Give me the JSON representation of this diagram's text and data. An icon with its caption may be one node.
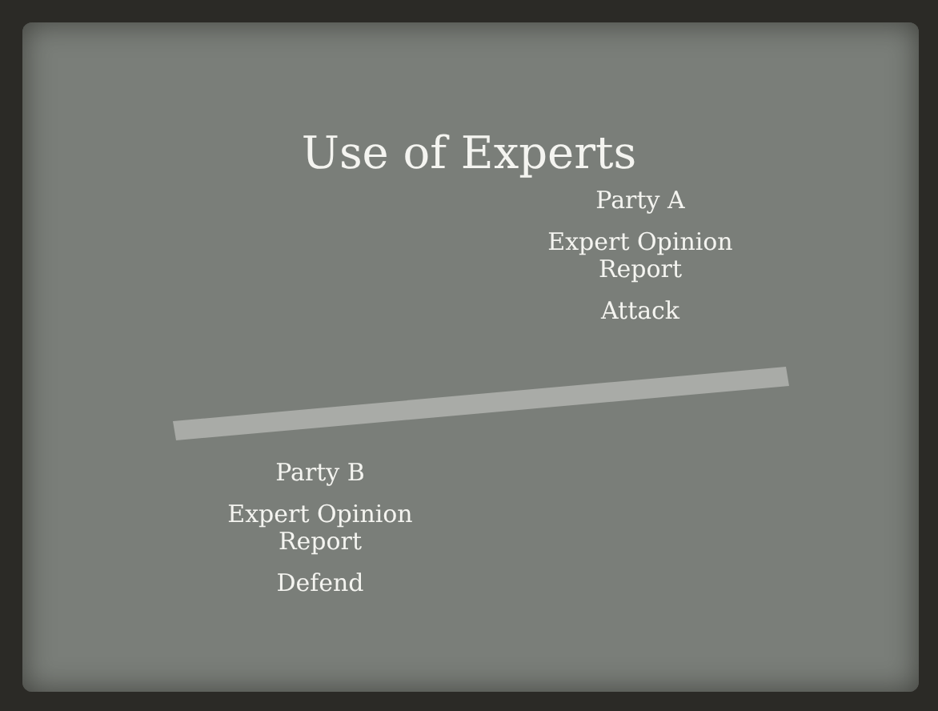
{
  "diagram": {
    "title": "Use of Experts",
    "nodes": [
      {
        "text": [],
        "shape": "bar"
      }
    ],
    "labels": [
      "Party A",
      "Expert Opinion Report",
      "Attack",
      "Party B",
      "Expert Opinion Report",
      "Defend"
    ]
  }
}
